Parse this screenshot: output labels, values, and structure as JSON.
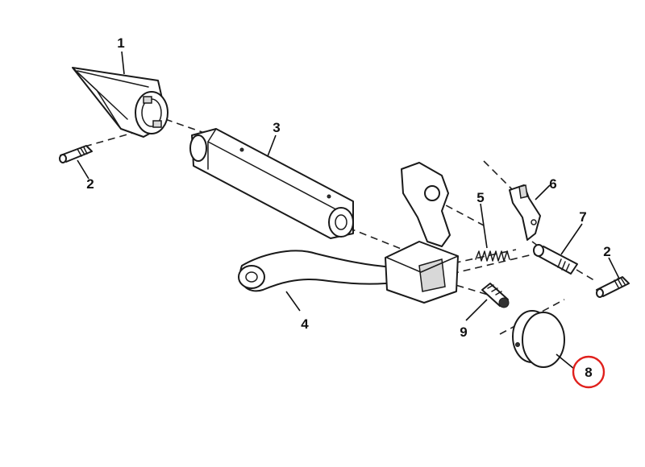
{
  "callouts": {
    "part_1": "1",
    "part_2a": "2",
    "part_2b": "2",
    "part_3": "3",
    "part_4": "4",
    "part_5": "5",
    "part_6": "6",
    "part_7": "7",
    "part_8": "8",
    "part_9": "9"
  },
  "highlighted_callout": "8",
  "colors": {
    "line": "#1a1a1a",
    "highlight_circle": "#e0201c",
    "background": "#ffffff"
  }
}
